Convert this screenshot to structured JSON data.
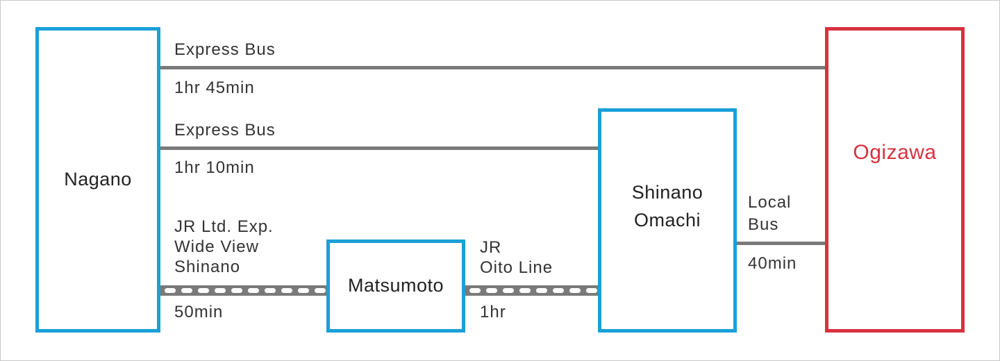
{
  "stations": {
    "nagano": "Nagano",
    "matsumoto": "Matsumoto",
    "shinano_omachi": "Shinano\nOmachi",
    "ogizawa": "Ogizawa"
  },
  "routes": {
    "express_bus_direct": {
      "mode": "Express Bus",
      "time": "1hr 45min"
    },
    "express_bus_omachi": {
      "mode": "Express Bus",
      "time": "1hr 10min"
    },
    "jr_ltd_exp": {
      "mode": "JR Ltd. Exp.\nWide View\nShinano",
      "time": "50min"
    },
    "jr_oito": {
      "mode": "JR\nOito Line",
      "time": "1hr"
    },
    "local_bus": {
      "mode": "Local\nBus",
      "time": "40min"
    }
  },
  "colors": {
    "origin_border": "#1aa0d8",
    "destination": "#d7323f",
    "route_line": "#7a7a7a"
  }
}
